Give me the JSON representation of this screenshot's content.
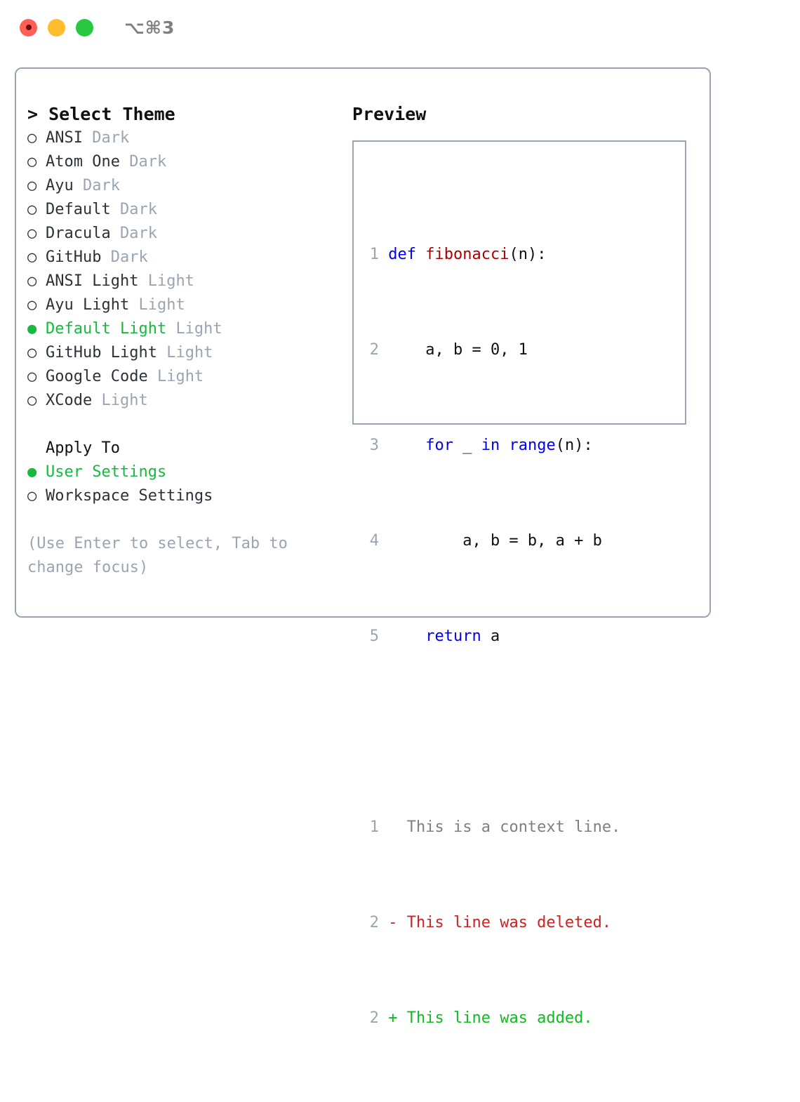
{
  "window": {
    "title": "⌥⌘3",
    "traffic_lights": [
      {
        "name": "close",
        "color": "#ff5f57"
      },
      {
        "name": "minimize",
        "color": "#ffbd2e"
      },
      {
        "name": "maximize",
        "color": "#28c840"
      }
    ]
  },
  "colors": {
    "accent_green": "#17ba3f",
    "muted": "#9aa5b1",
    "text": "#2d3138",
    "keyword_blue": "#0000ee",
    "function_red": "#aa0000",
    "diff_deleted": "#cc2222",
    "diff_added": "#11bb22",
    "border": "#9aa5b1"
  },
  "theme_section": {
    "header": "> Select Theme",
    "marker_selected": "●",
    "marker_unselected": "○",
    "items": [
      {
        "label": "ANSI",
        "tag": "Dark",
        "selected": false
      },
      {
        "label": "Atom One",
        "tag": "Dark",
        "selected": false
      },
      {
        "label": "Ayu",
        "tag": "Dark",
        "selected": false
      },
      {
        "label": "Default",
        "tag": "Dark",
        "selected": false
      },
      {
        "label": "Dracula",
        "tag": "Dark",
        "selected": false
      },
      {
        "label": "GitHub",
        "tag": "Dark",
        "selected": false
      },
      {
        "label": "ANSI Light",
        "tag": "Light",
        "selected": false
      },
      {
        "label": "Ayu Light",
        "tag": "Light",
        "selected": false
      },
      {
        "label": "Default Light",
        "tag": "Light",
        "selected": true
      },
      {
        "label": "GitHub Light",
        "tag": "Light",
        "selected": false
      },
      {
        "label": "Google Code",
        "tag": "Light",
        "selected": false
      },
      {
        "label": "XCode",
        "tag": "Light",
        "selected": false
      }
    ]
  },
  "apply_section": {
    "header": "Apply To",
    "items": [
      {
        "label": "User Settings",
        "selected": true
      },
      {
        "label": "Workspace Settings",
        "selected": false
      }
    ]
  },
  "hint": "(Use Enter to select, Tab to change focus)",
  "preview": {
    "header": "Preview",
    "code_lines": [
      {
        "num": "1",
        "tokens": [
          {
            "text": "def ",
            "type": "keyword"
          },
          {
            "text": "fibonacci",
            "type": "function"
          },
          {
            "text": "(n):",
            "type": "plain"
          }
        ]
      },
      {
        "num": "2",
        "tokens": [
          {
            "text": "    a, b = 0, 1",
            "type": "plain"
          }
        ]
      },
      {
        "num": "3",
        "tokens": [
          {
            "text": "    ",
            "type": "plain"
          },
          {
            "text": "for",
            "type": "keyword"
          },
          {
            "text": " _ ",
            "type": "plain"
          },
          {
            "text": "in range",
            "type": "keyword"
          },
          {
            "text": "(n):",
            "type": "plain"
          }
        ]
      },
      {
        "num": "4",
        "tokens": [
          {
            "text": "        a, b = b, a + b",
            "type": "plain"
          }
        ]
      },
      {
        "num": "5",
        "tokens": [
          {
            "text": "    ",
            "type": "plain"
          },
          {
            "text": "return",
            "type": "keyword"
          },
          {
            "text": " a",
            "type": "plain"
          }
        ]
      }
    ],
    "diff_lines": [
      {
        "num": "1",
        "prefix": "  ",
        "text": "This is a context line.",
        "type": "context"
      },
      {
        "num": "2",
        "prefix": "- ",
        "text": "This line was deleted.",
        "type": "deleted"
      },
      {
        "num": "2",
        "prefix": "+ ",
        "text": "This line was added.",
        "type": "added"
      }
    ]
  }
}
